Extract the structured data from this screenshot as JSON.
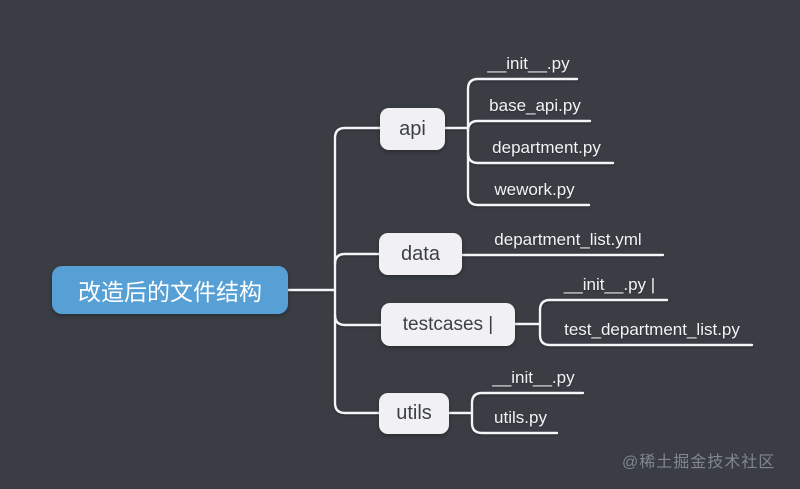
{
  "title": "改造后的文件结构 mind map",
  "root": {
    "label": "改造后的文件结构"
  },
  "branches": [
    {
      "label": "api",
      "children": [
        "__init__.py",
        "base_api.py",
        "department.py",
        "wework.py"
      ]
    },
    {
      "label": "data",
      "children": [
        "department_list.yml"
      ]
    },
    {
      "label": "testcases |",
      "children": [
        "__init__.py |",
        "test_department_list.py"
      ]
    },
    {
      "label": "utils",
      "children": [
        "__init__.py",
        "utils.py"
      ]
    }
  ],
  "watermark": "@稀土掘金技术社区",
  "colors": {
    "background": "#3a3d44",
    "root_fill": "#57a0d6",
    "root_text": "#ffffff",
    "node_fill": "#f1f1f3",
    "node_text": "#3b3f47",
    "line": "#f4f5f7",
    "leaf_text": "#f2f3f5",
    "watermark_text": "#81868f"
  }
}
